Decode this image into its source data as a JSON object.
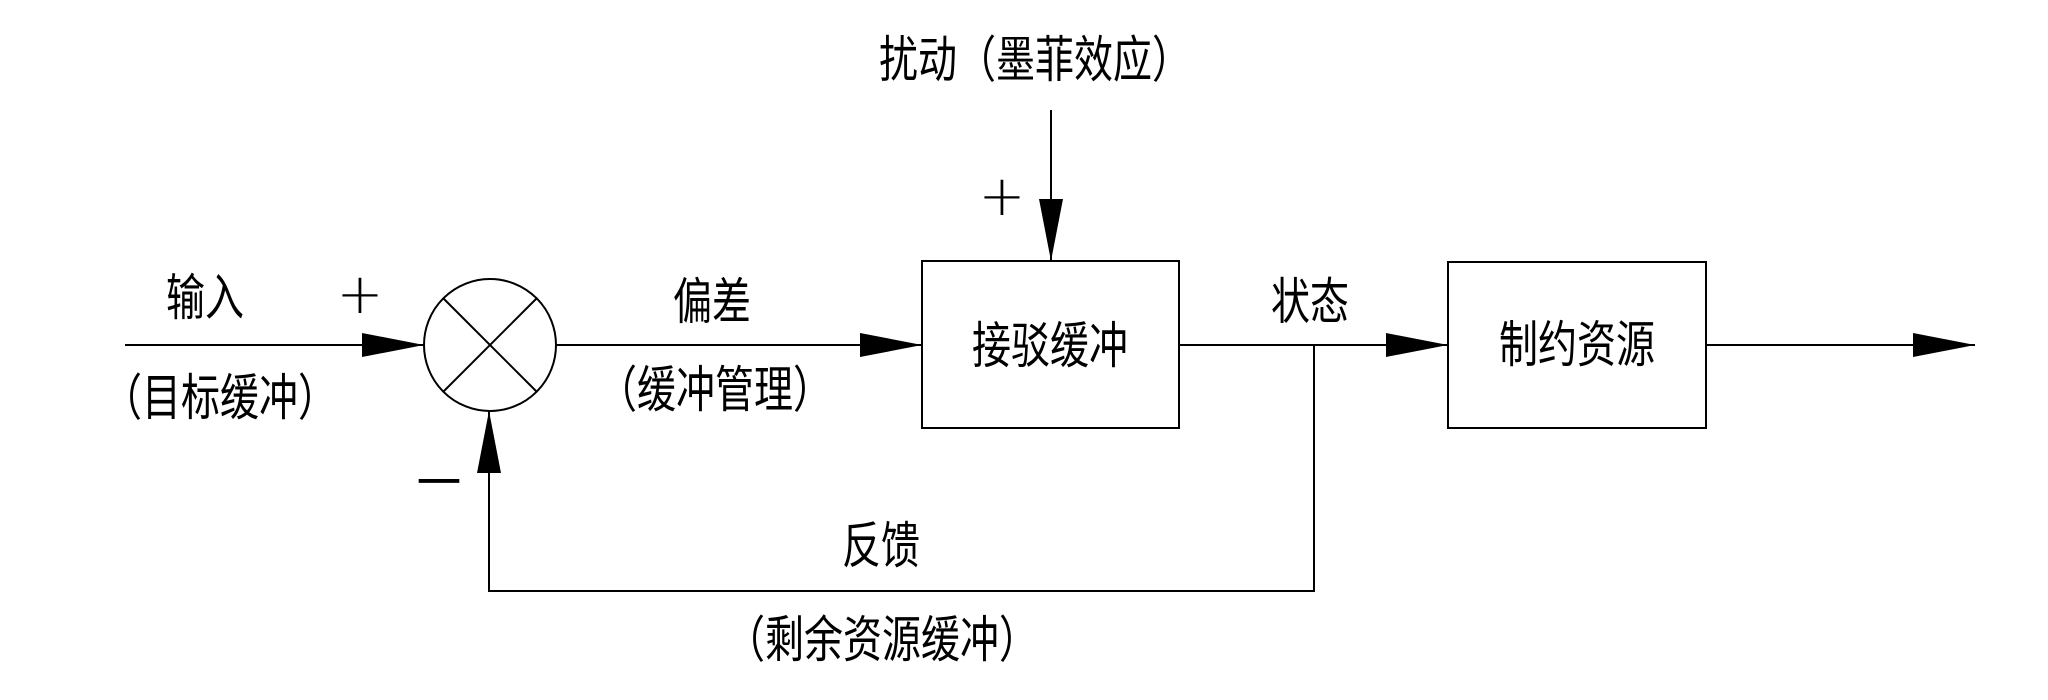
{
  "diagram": {
    "type": "feedback-control-block-diagram",
    "disturbance": {
      "label": "扰动（墨菲效应）",
      "sign": "+"
    },
    "input": {
      "label": "输入",
      "sublabel": "（目标缓冲）",
      "sign": "+"
    },
    "summing_junction": {
      "symbol": "⊗"
    },
    "error": {
      "label": "偏差",
      "sublabel": "（缓冲管理）"
    },
    "blocks": [
      {
        "id": "buffer",
        "label": "接驳缓冲"
      },
      {
        "id": "constraint",
        "label": "制约资源"
      }
    ],
    "state": {
      "label": "状态"
    },
    "feedback": {
      "label": "反馈",
      "sublabel": "（剩余资源缓冲）",
      "sign": "－"
    },
    "colors": {
      "line": "#000000",
      "background": "#ffffff"
    }
  }
}
